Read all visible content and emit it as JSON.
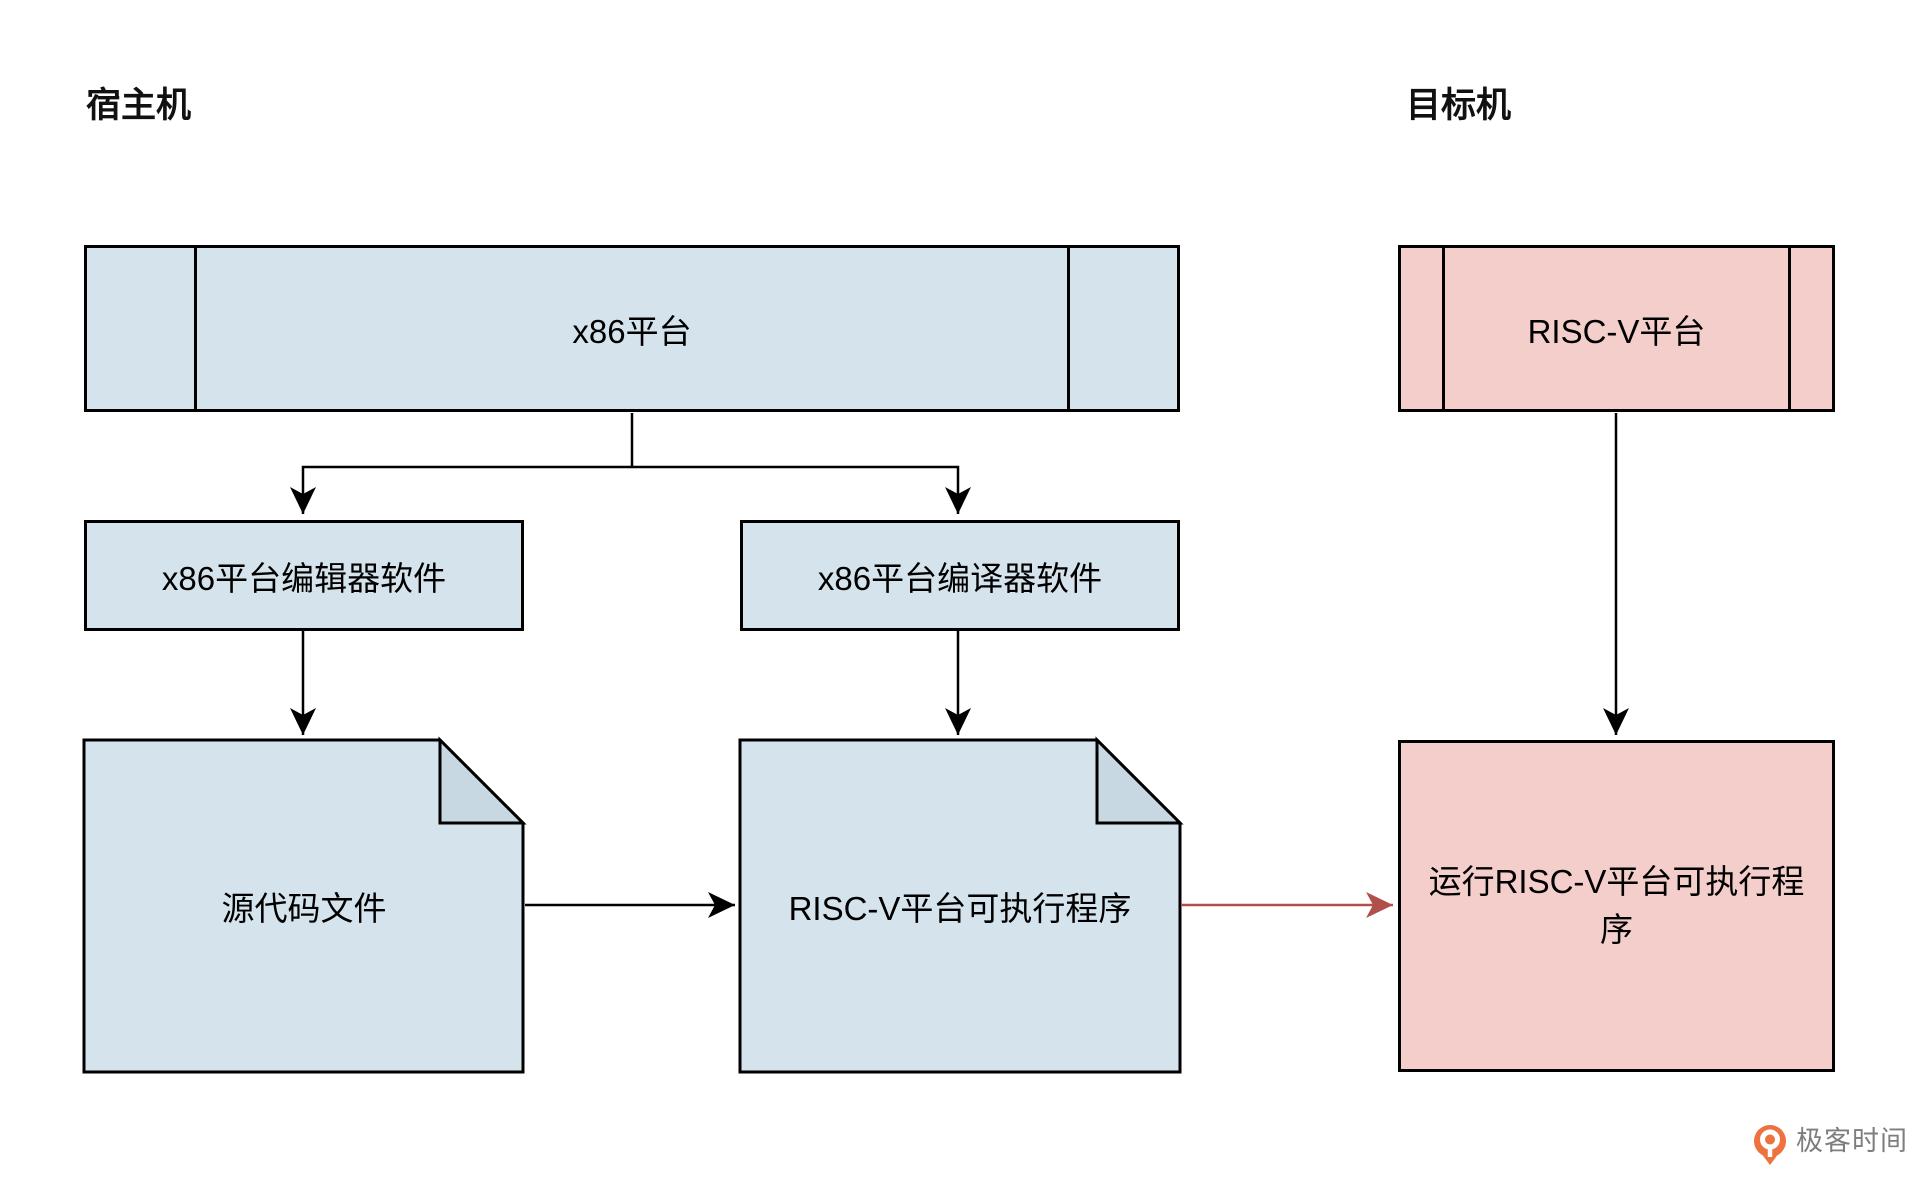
{
  "header": {
    "host_label": "宿主机",
    "target_label": "目标机"
  },
  "nodes": {
    "x86_platform": {
      "label": "x86平台"
    },
    "riscv_platform": {
      "label": "RISC-V平台"
    },
    "x86_editor": {
      "label": "x86平台编辑器软件"
    },
    "x86_compiler": {
      "label": "x86平台编译器软件"
    },
    "source_file": {
      "label": "源代码文件"
    },
    "riscv_executable": {
      "label": "RISC-V平台可执行程序"
    },
    "run_riscv_executable": {
      "label": "运行RISC-V平台可执行程序"
    }
  },
  "colors": {
    "host_fill": "#d5e3ec",
    "host_fold_fill": "#c7d8e2",
    "target_fill": "#f3cecb",
    "stroke": "#000000",
    "highlight_arrow": "#b1504b",
    "logo_orange": "#ee7140",
    "logo_text_color": "#7e7e7e"
  },
  "footer": {
    "logo_text": "极客时间"
  }
}
